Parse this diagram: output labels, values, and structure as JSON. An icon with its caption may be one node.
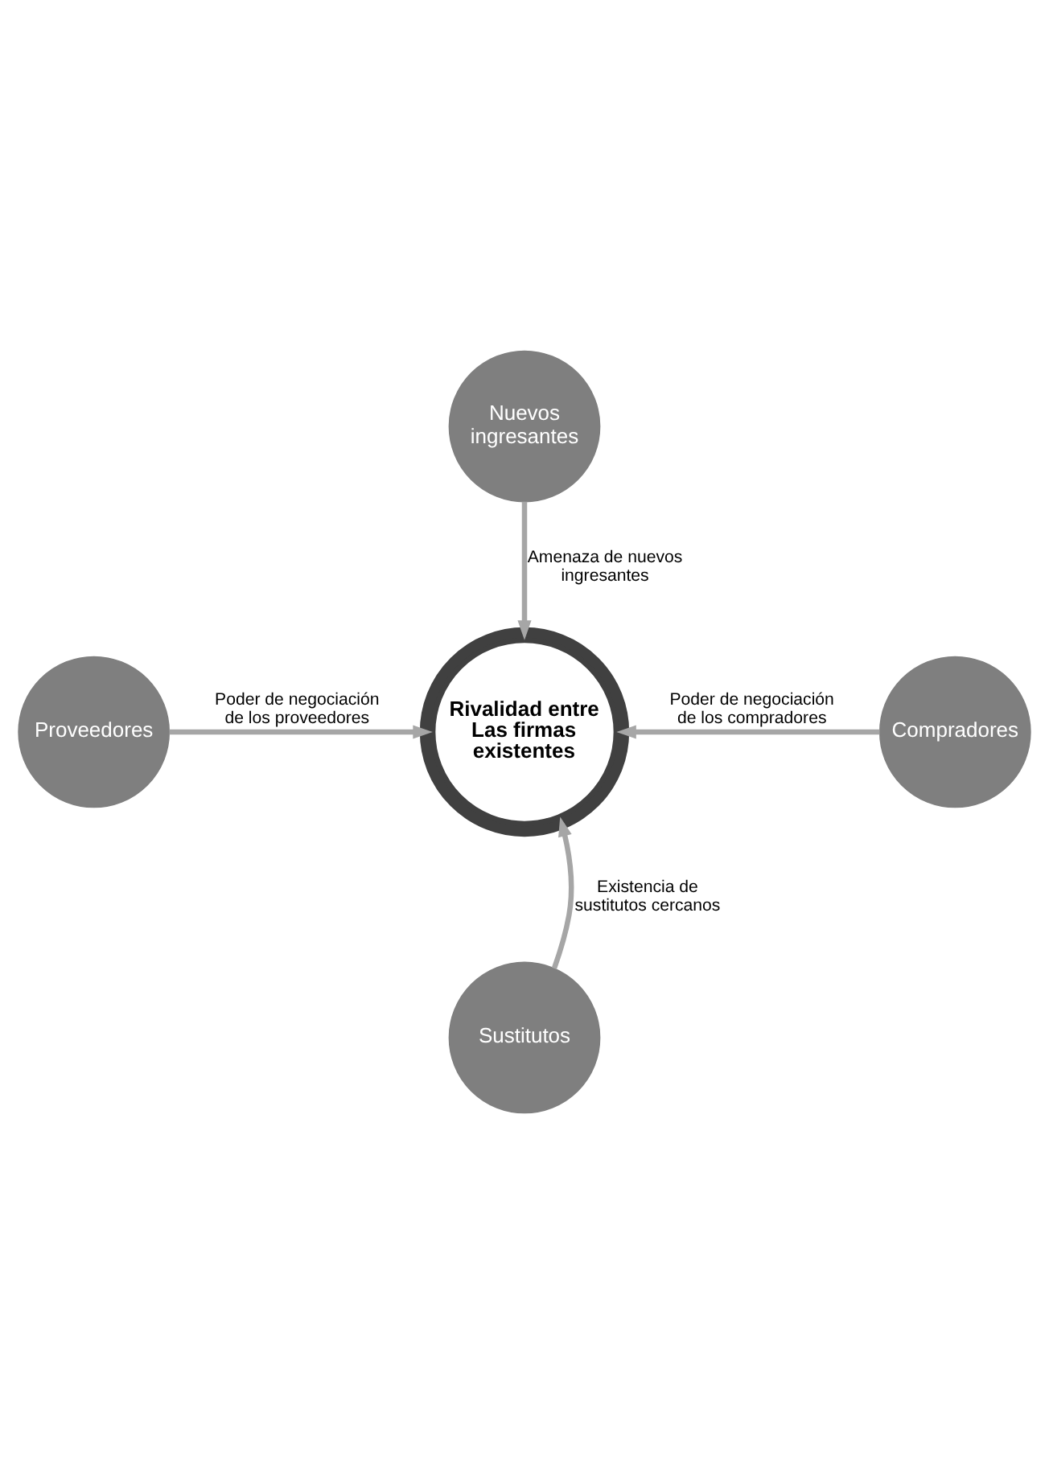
{
  "diagram": {
    "nodes": [
      {
        "text": [
          "Nuevos ingresantes"
        ]
      },
      {
        "text": [
          "Compradores"
        ]
      },
      {
        "text": [
          "Rivalidad entre Las firmas existentes"
        ]
      },
      {
        "text": [
          "Proveedores"
        ]
      },
      {
        "text": [
          "Sustitutos"
        ]
      }
    ],
    "edges": [
      {
        "from": 0,
        "to": 2,
        "arrow": "to",
        "label": "Amenaza de nuevos ingresantes"
      },
      {
        "from": 1,
        "to": 2,
        "arrow": "to",
        "label": "Poder de negociación de los compradores"
      },
      {
        "from": 3,
        "to": 2,
        "arrow": "to",
        "label": "Poder de negociación de los proveedores"
      },
      {
        "from": 4,
        "to": 2,
        "arrow": "to",
        "label": "Existencia de sustitutos cercanos"
      }
    ]
  }
}
